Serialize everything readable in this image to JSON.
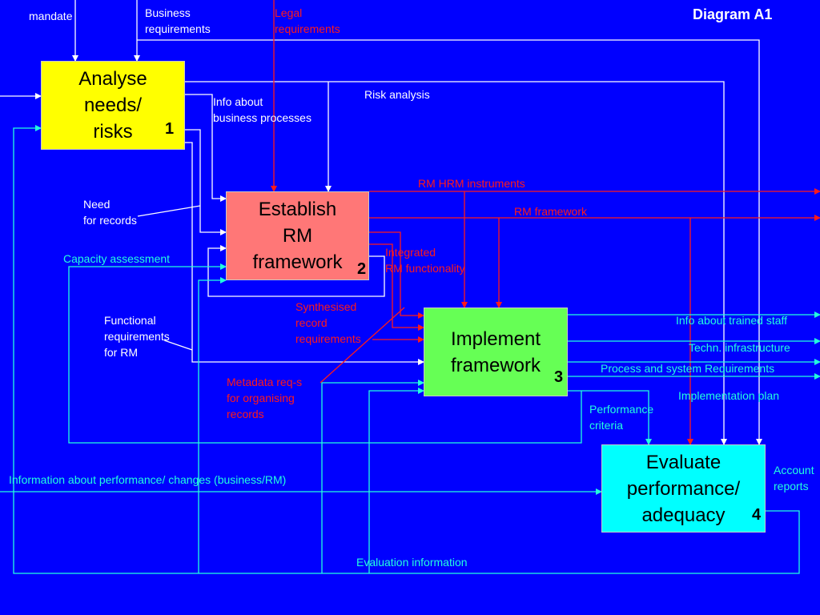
{
  "title": "Diagram A1",
  "boxes": {
    "analyse": {
      "label": "Analyse\nneeds/\nrisks",
      "number": "1",
      "color": "#ffff00"
    },
    "establish": {
      "label": "Establish\nRM\nframework",
      "number": "2",
      "color": "#ff7777"
    },
    "implement": {
      "label": "Implement\nframework",
      "number": "3",
      "color": "#66ff55"
    },
    "evaluate": {
      "label": "Evaluate\nperformance/\nadequacy",
      "number": "4",
      "color": "#00ffff"
    }
  },
  "labels": {
    "mandate": "mandate",
    "business_requirements": "Business\nrequirements",
    "legal_requirements": "Legal\nrequirements",
    "info_business_processes": "Info about\nbusiness processes",
    "risk_analysis": "Risk analysis",
    "need_for_records": "Need\nfor records",
    "capacity_assessment": "Capacity assessment",
    "functional_requirements": "Functional\nrequirements\nfor RM",
    "rm_hrm_instruments": "RM HRM instruments",
    "rm_framework": "RM framework",
    "integrated_rm_functionality": "Integrated\nRM functionality",
    "synthesised_record_requirements": "Synthesised\nrecord\nrequirements",
    "metadata_requirements": "Metadata req-s\nfor organising\nrecords",
    "info_trained_staff": "Info about trained staff",
    "techn_infrastructure": "Techn. infrastructure",
    "process_system_requirements": "Process and system Requirements",
    "implementation_plan": "Implementation plan",
    "performance_criteria": "Performance\ncriteria",
    "information_performance": "Information about performance/ changes (business/RM)",
    "accountability_reports": "Account\nreports",
    "evaluation_information": "Evaluation information"
  },
  "colors": {
    "background": "#0000ff",
    "white_flow": "#ffffff",
    "red_flow": "#ff1a1a",
    "cyan_flow": "#22ffdd"
  }
}
